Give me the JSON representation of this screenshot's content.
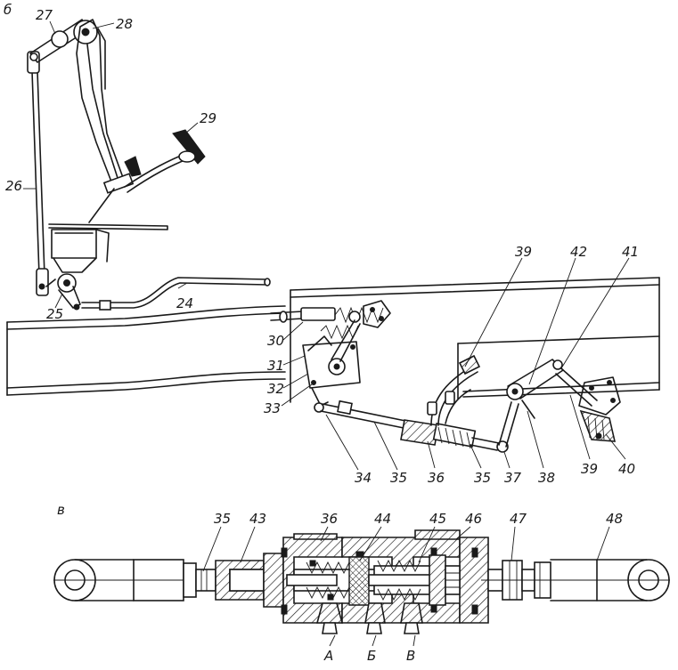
{
  "view_labels": {
    "b": "б",
    "v": "в"
  },
  "callouts": {
    "n24": "24",
    "n25": "25",
    "n26": "26",
    "n27": "27",
    "n28": "28",
    "n29": "29",
    "n30": "30",
    "n31": "31",
    "n32": "32",
    "n33": "33",
    "n34": "34",
    "n35a": "35",
    "n35b": "35",
    "n36": "36",
    "n37": "37",
    "n38": "38",
    "n39a": "39",
    "n39b": "39",
    "n40": "40",
    "n41": "41",
    "n42": "42",
    "n35c": "35",
    "n36b": "36",
    "n43": "43",
    "n44": "44",
    "n45": "45",
    "n46": "46",
    "n47": "47",
    "n48": "48"
  },
  "section_letters": {
    "a": "А",
    "b": "Б",
    "v": "В"
  }
}
